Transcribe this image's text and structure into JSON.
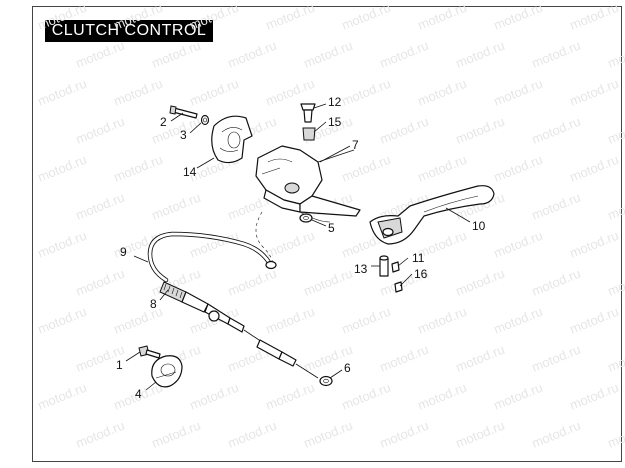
{
  "title": "CLUTCH CONTROL",
  "watermark_text": "motod.ru",
  "colors": {
    "title_bg": "#000000",
    "title_fg": "#ffffff",
    "line": "#111111",
    "watermark": "#e6e6e6"
  },
  "callouts": {
    "c1": "1",
    "c2": "2",
    "c3": "3",
    "c4": "4",
    "c5": "5",
    "c6": "6",
    "c7": "7",
    "c8": "8",
    "c9": "9",
    "c10": "10",
    "c11": "11",
    "c12": "12",
    "c13": "13",
    "c14": "14",
    "c15": "15",
    "c16": "16"
  }
}
